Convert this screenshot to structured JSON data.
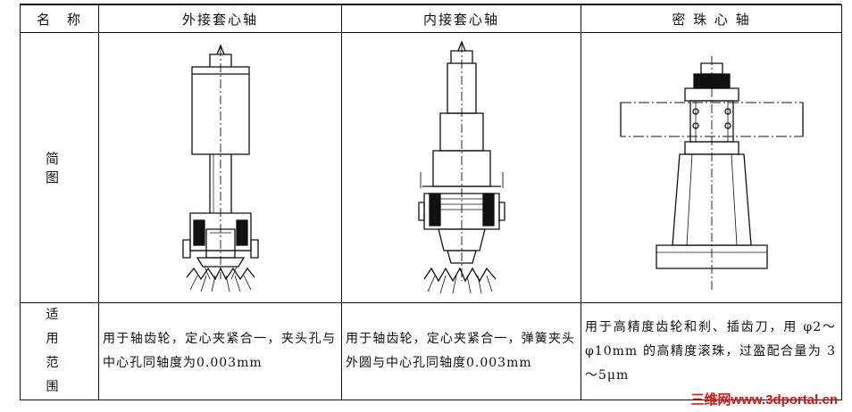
{
  "table": {
    "headers": {
      "name": "名　称",
      "col1": "外接套心轴",
      "col2": "内接套心轴",
      "col3": "密 珠 心 轴"
    },
    "row_figure_label": "简　图",
    "row_usage_label_line1": "适　用",
    "row_usage_label_line2": "范　围",
    "usage": {
      "col1": "用于轴齿轮，定心夹紧合一，夹头孔与中心孔同轴度为0.003mm",
      "col2": "用于轴齿轮，定心夹紧合一，弹簧夹头外圆与中心孔同轴度0.003mm",
      "col3": "用于高精度齿轮和刹、插齿刀，用 φ2～φ10mm 的高精度滚珠，过盈配合量为 3～5μm"
    }
  },
  "watermark": "三维网www.3dportal.cn",
  "colors": {
    "ink": "#111111",
    "watermark": "#dd1111"
  }
}
